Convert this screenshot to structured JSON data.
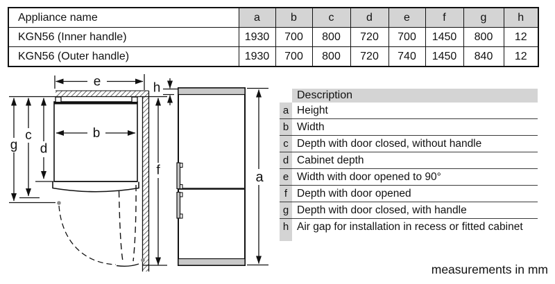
{
  "top_table": {
    "columns": [
      "Appliance name",
      "a",
      "b",
      "c",
      "d",
      "e",
      "f",
      "g",
      "h"
    ],
    "rows": [
      {
        "label": "KGN56 (Inner handle)",
        "values": [
          "1930",
          "700",
          "800",
          "720",
          "700",
          "1450",
          "800",
          "12"
        ]
      },
      {
        "label": "KGN56 (Outer handle)",
        "values": [
          "1930",
          "700",
          "800",
          "720",
          "740",
          "1450",
          "840",
          "12"
        ]
      }
    ]
  },
  "legend": {
    "header": "Description",
    "rows": [
      {
        "key": "a",
        "text": "Height"
      },
      {
        "key": "b",
        "text": "Width"
      },
      {
        "key": "c",
        "text": "Depth with door closed, without handle"
      },
      {
        "key": "d",
        "text": "Cabinet depth"
      },
      {
        "key": "e",
        "text": "Width with door opened to 90°"
      },
      {
        "key": "f",
        "text": "Depth with door opened"
      },
      {
        "key": "g",
        "text": "Depth with door closed, with handle"
      },
      {
        "key": "h",
        "text": "Air gap for installation in recess or fitted cabinet"
      }
    ]
  },
  "drawing": {
    "labels": {
      "a": "a",
      "b": "b",
      "c": "c",
      "d": "d",
      "e": "e",
      "f": "f",
      "g": "g",
      "h": "h"
    }
  },
  "footer": {
    "units_note": "measurements in mm"
  },
  "colors": {
    "header_gray": "#d4d4d4",
    "band_gray": "#c9c9c9",
    "line_black": "#111111",
    "pivot_dot_gray": "#8a8a8a"
  }
}
